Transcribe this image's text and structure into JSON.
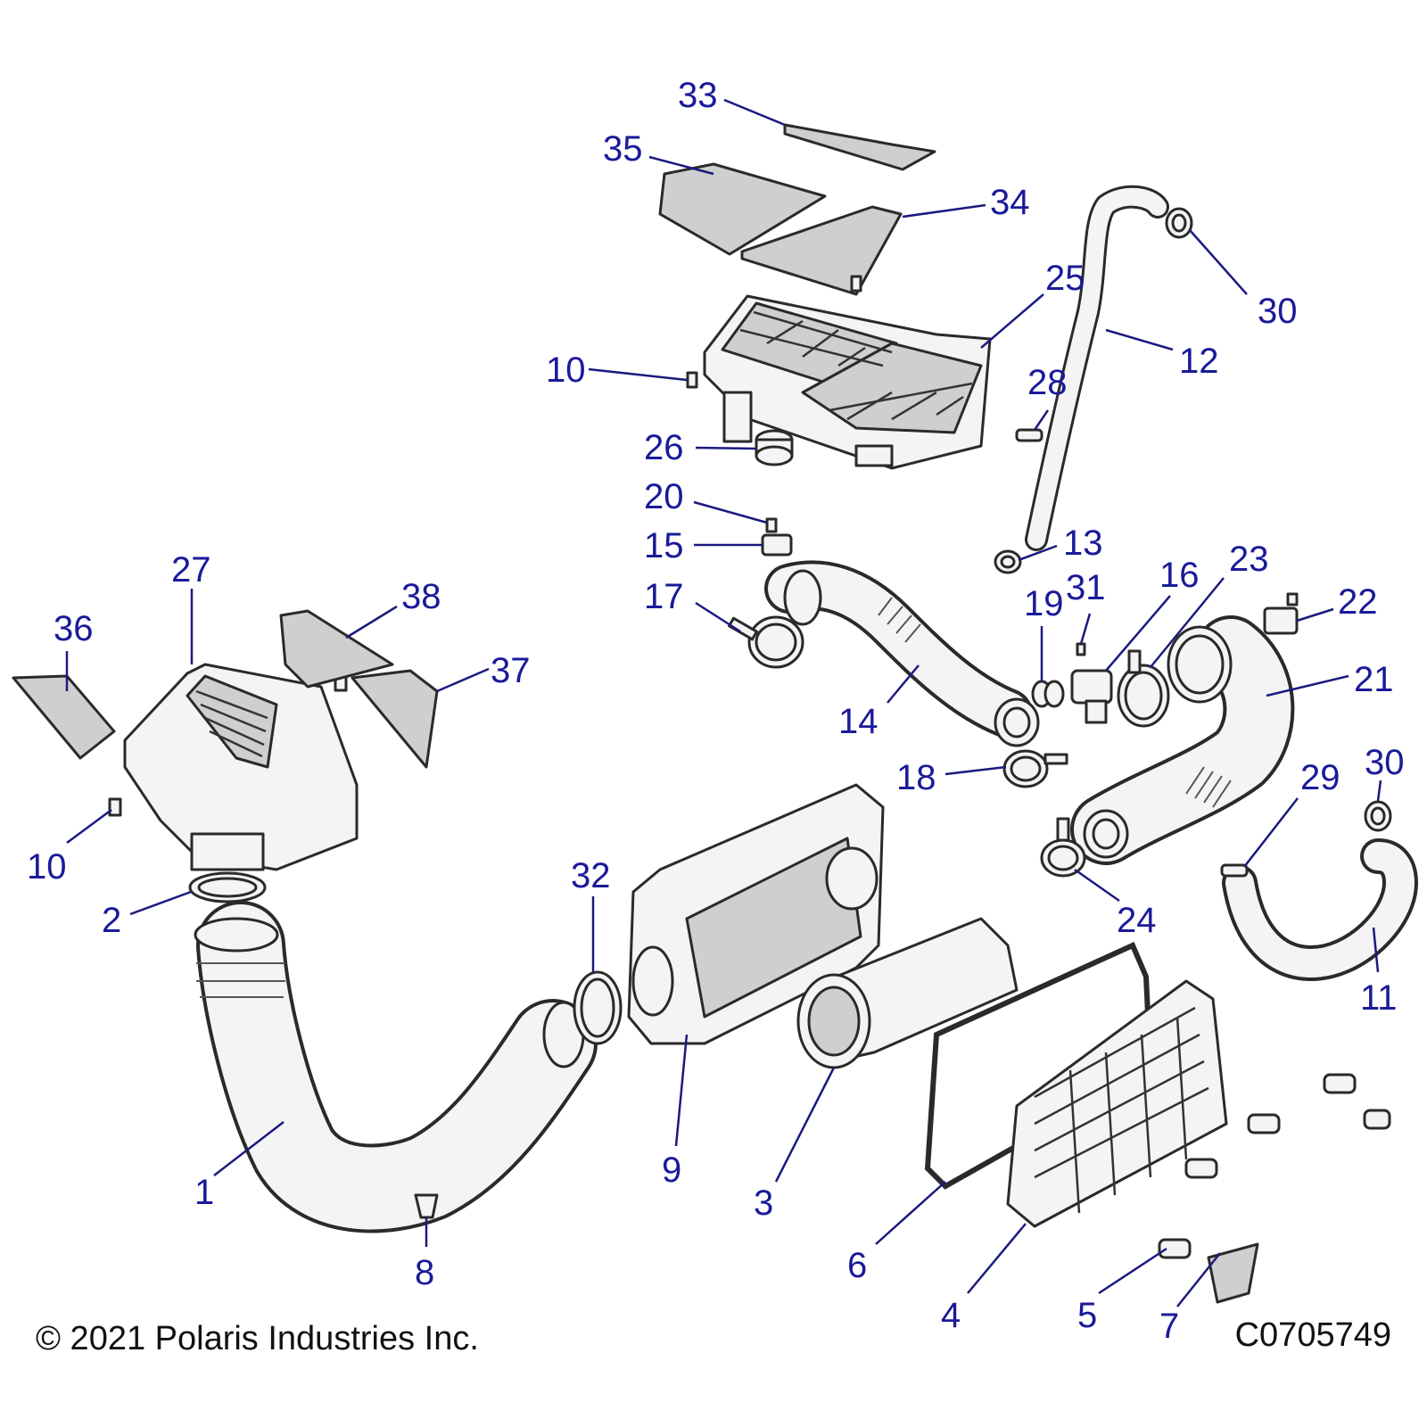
{
  "callouts": [
    "1",
    "2",
    "3",
    "4",
    "5",
    "6",
    "7",
    "8",
    "9",
    "10",
    "10",
    "11",
    "12",
    "13",
    "14",
    "15",
    "16",
    "17",
    "18",
    "19",
    "20",
    "21",
    "22",
    "23",
    "24",
    "25",
    "26",
    "27",
    "28",
    "29",
    "30",
    "30",
    "31",
    "32",
    "33",
    "34",
    "35",
    "36",
    "37",
    "38"
  ],
  "footer": {
    "copyright": "© 2021 Polaris Industries Inc.",
    "drawing_id": "C0705749"
  },
  "colors": {
    "callout": "#1a1a99",
    "leader": "#1a1a80",
    "part_fill": "#f4f4f4",
    "part_stroke": "#2a2a2a"
  }
}
